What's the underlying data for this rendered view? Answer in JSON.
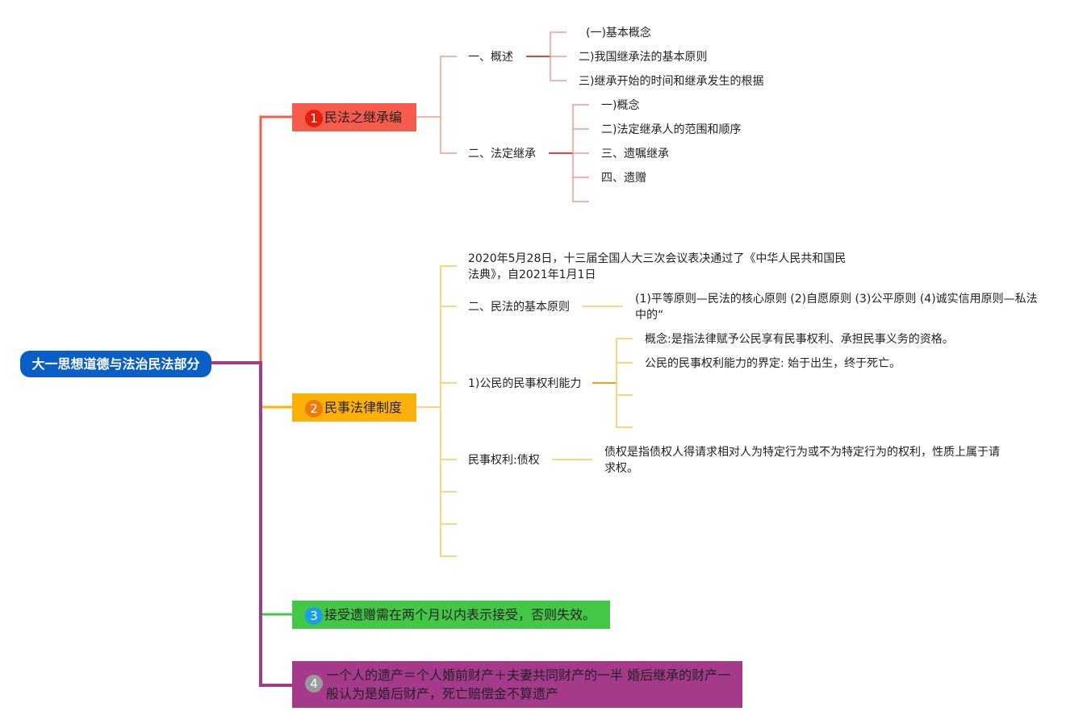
{
  "root": {
    "label": "大一思想道德与法治民法部分"
  },
  "branches": [
    {
      "num": "1",
      "label": "民法之继承编",
      "color": "#f65b4b",
      "badge_color": "#e3200d"
    },
    {
      "num": "2",
      "label": "民事法律制度",
      "color": "#fbb10a",
      "badge_color": "#f07d0a"
    },
    {
      "num": "3",
      "label": "接受遗赠需在两个月以内表示接受，否则失效。",
      "color": "#44c746",
      "badge_color": "#1a9ee6"
    },
    {
      "num": "4",
      "label": "一个人的遗产＝个人婚前财产＋夫妻共同财产的一半 婚后继承的财产一般认为是婚后财产，死亡赔偿金不算遗产",
      "color": "#a53a8b",
      "badge_color": "#9a9a9a"
    }
  ],
  "b1": {
    "n1": {
      "label": "一、概述",
      "children": [
        "(一)基本概念",
        "二)我国继承法的基本原则",
        "三)继承开始的时间和继承发生的根据"
      ]
    },
    "n2": {
      "label": "二、法定继承",
      "children": [
        "一)概念",
        "二)法定继承人的范围和顺序",
        "三、遗嘱继承",
        "四、遗赠"
      ]
    }
  },
  "b2": {
    "n1": {
      "label": "2020年5月28日，十三届全国人大三次会议表决通过了《中华人民共和国民法典》，自2021年1月1日"
    },
    "n2": {
      "label": "二、民法的基本原则",
      "child": "(1)平等原则—民法的核心原则 (2)自愿原则 (3)公平原则 (4)诚实信用原则—私法中的“"
    },
    "n3": {
      "label": "1)公民的民事权利能力",
      "children": [
        "概念:是指法律赋予公民享有民事权利、承担民事义务的资格。",
        "公民的民事权利能力的界定: 始于出生，终于死亡。"
      ]
    },
    "n4": {
      "label": "民事权利:债权",
      "child": "债权是指债权人得请求相对人为特定行为或不为特定行为的权利，性质上属于请求权。"
    }
  }
}
